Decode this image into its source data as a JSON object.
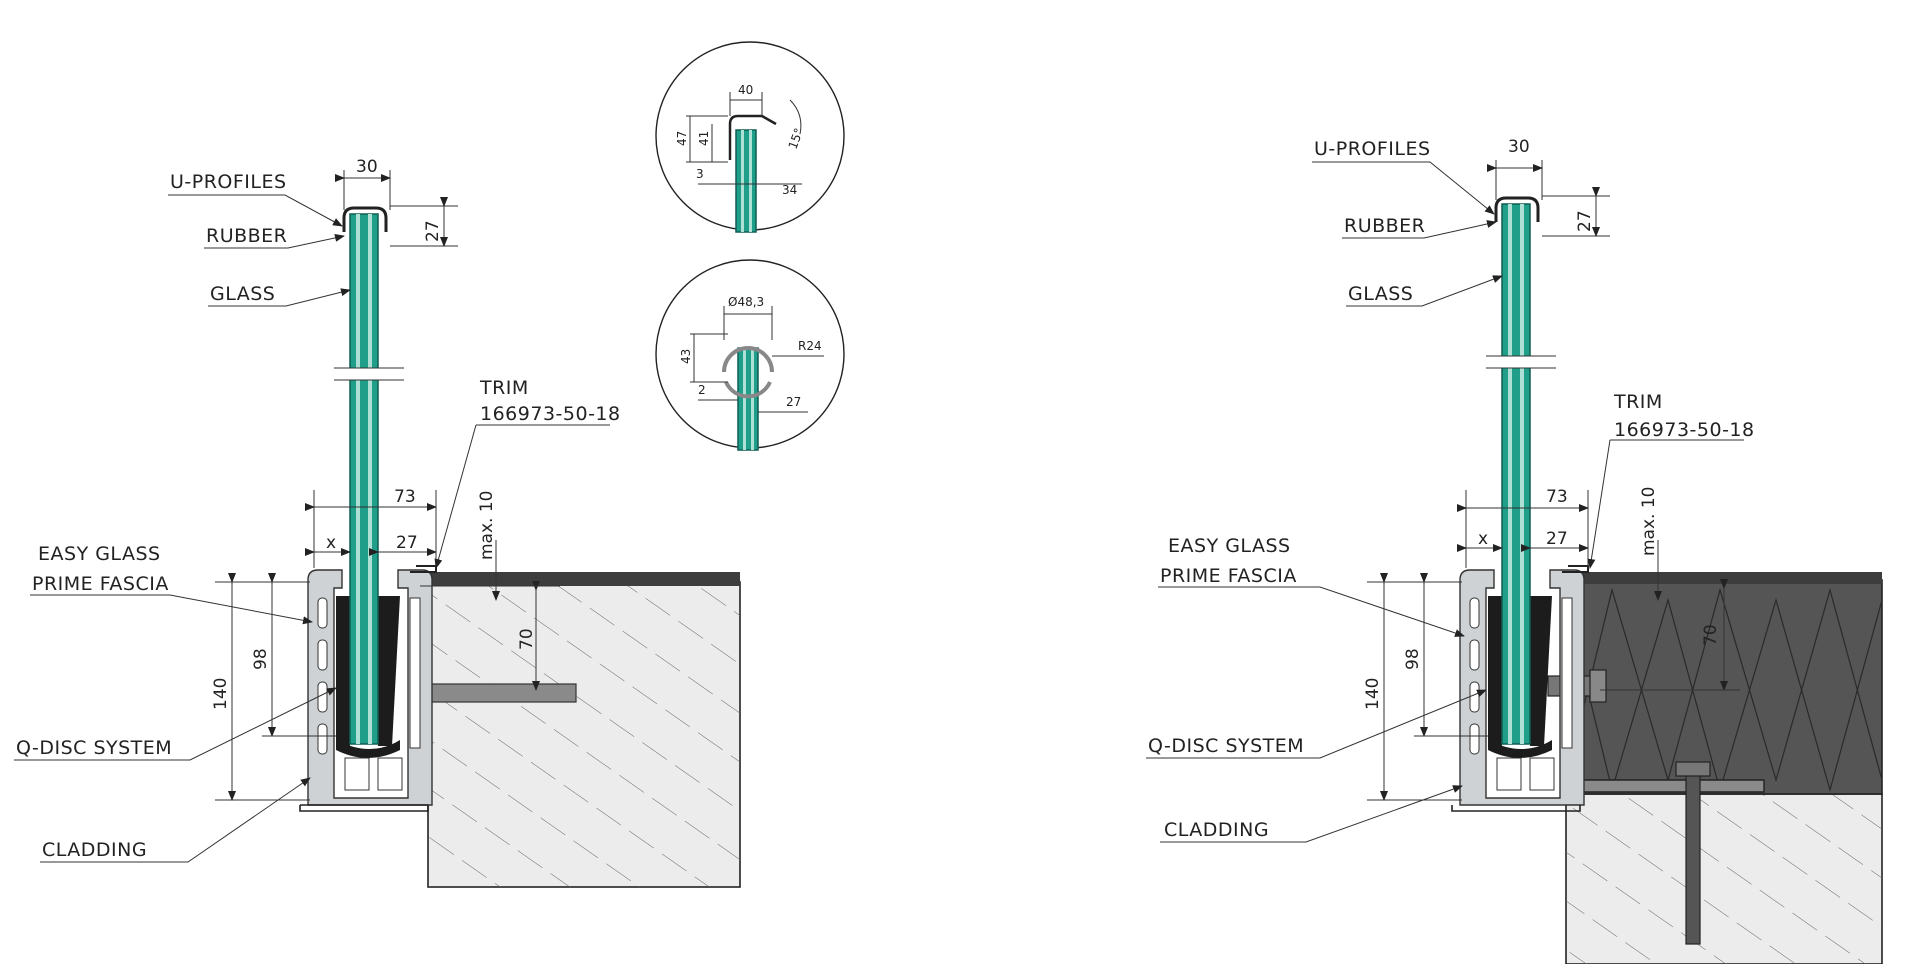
{
  "labels": {
    "u_profiles": "U-PROFILES",
    "rubber": "RUBBER",
    "glass": "GLASS",
    "trim": "TRIM",
    "trim_code": "166973-50-18",
    "easy_glass": "EASY GLASS",
    "prime_fascia": "PRIME FASCIA",
    "q_disc": "Q-DISC SYSTEM",
    "cladding": "CLADDING"
  },
  "dimensions": {
    "top_width": "30",
    "top_height": "27",
    "total_width": "73",
    "x": "x",
    "trim_width": "27",
    "max": "max. 10",
    "depth_70": "70",
    "h_98": "98",
    "h_140": "140"
  },
  "detail_square": {
    "w40": "40",
    "h47": "47",
    "h41": "41",
    "angle": "15°",
    "d3": "3",
    "d34": "34"
  },
  "detail_round": {
    "dia": "Ø48,3",
    "r": "R24",
    "h43": "43",
    "d2": "2",
    "d27": "27"
  },
  "colors": {
    "glass": "#1f9e8a",
    "aluminium": "#cfd2d4",
    "rubber": "#1c1c1c",
    "concrete": "#ececec"
  }
}
